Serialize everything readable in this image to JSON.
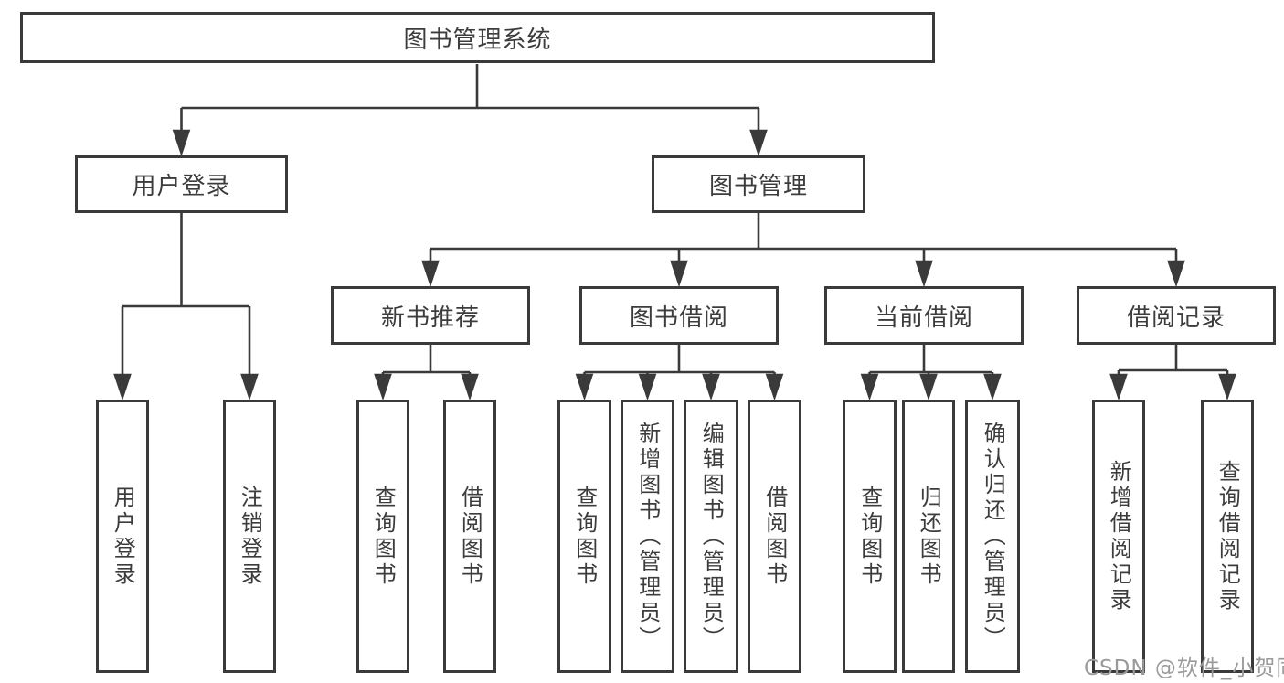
{
  "tree": {
    "root": {
      "label": "图书管理系统"
    },
    "children": [
      {
        "label": "用户登录",
        "children": [
          {
            "label": "用户登录"
          },
          {
            "label": "注销登录"
          }
        ]
      },
      {
        "label": "图书管理",
        "children": [
          {
            "label": "新书推荐",
            "children": [
              {
                "label": "查询图书"
              },
              {
                "label": "借阅图书"
              }
            ]
          },
          {
            "label": "图书借阅",
            "children": [
              {
                "label": "查询图书"
              },
              {
                "label": "新增图书（管理员）"
              },
              {
                "label": "编辑图书（管理员）"
              },
              {
                "label": "借阅图书"
              }
            ]
          },
          {
            "label": "当前借阅",
            "children": [
              {
                "label": "查询图书"
              },
              {
                "label": "归还图书"
              },
              {
                "label": "确认归还（管理员）"
              }
            ]
          },
          {
            "label": "借阅记录",
            "children": [
              {
                "label": "新增借阅记录"
              },
              {
                "label": "查询借阅记录"
              }
            ]
          }
        ]
      }
    ]
  },
  "watermark": {
    "text": "CSDN @软件_小贺同学"
  },
  "colors": {
    "line": "#3a3a3a",
    "text": "#3c3c3c",
    "box_background": "#ffffff",
    "watermark": "#9a9a9a"
  }
}
